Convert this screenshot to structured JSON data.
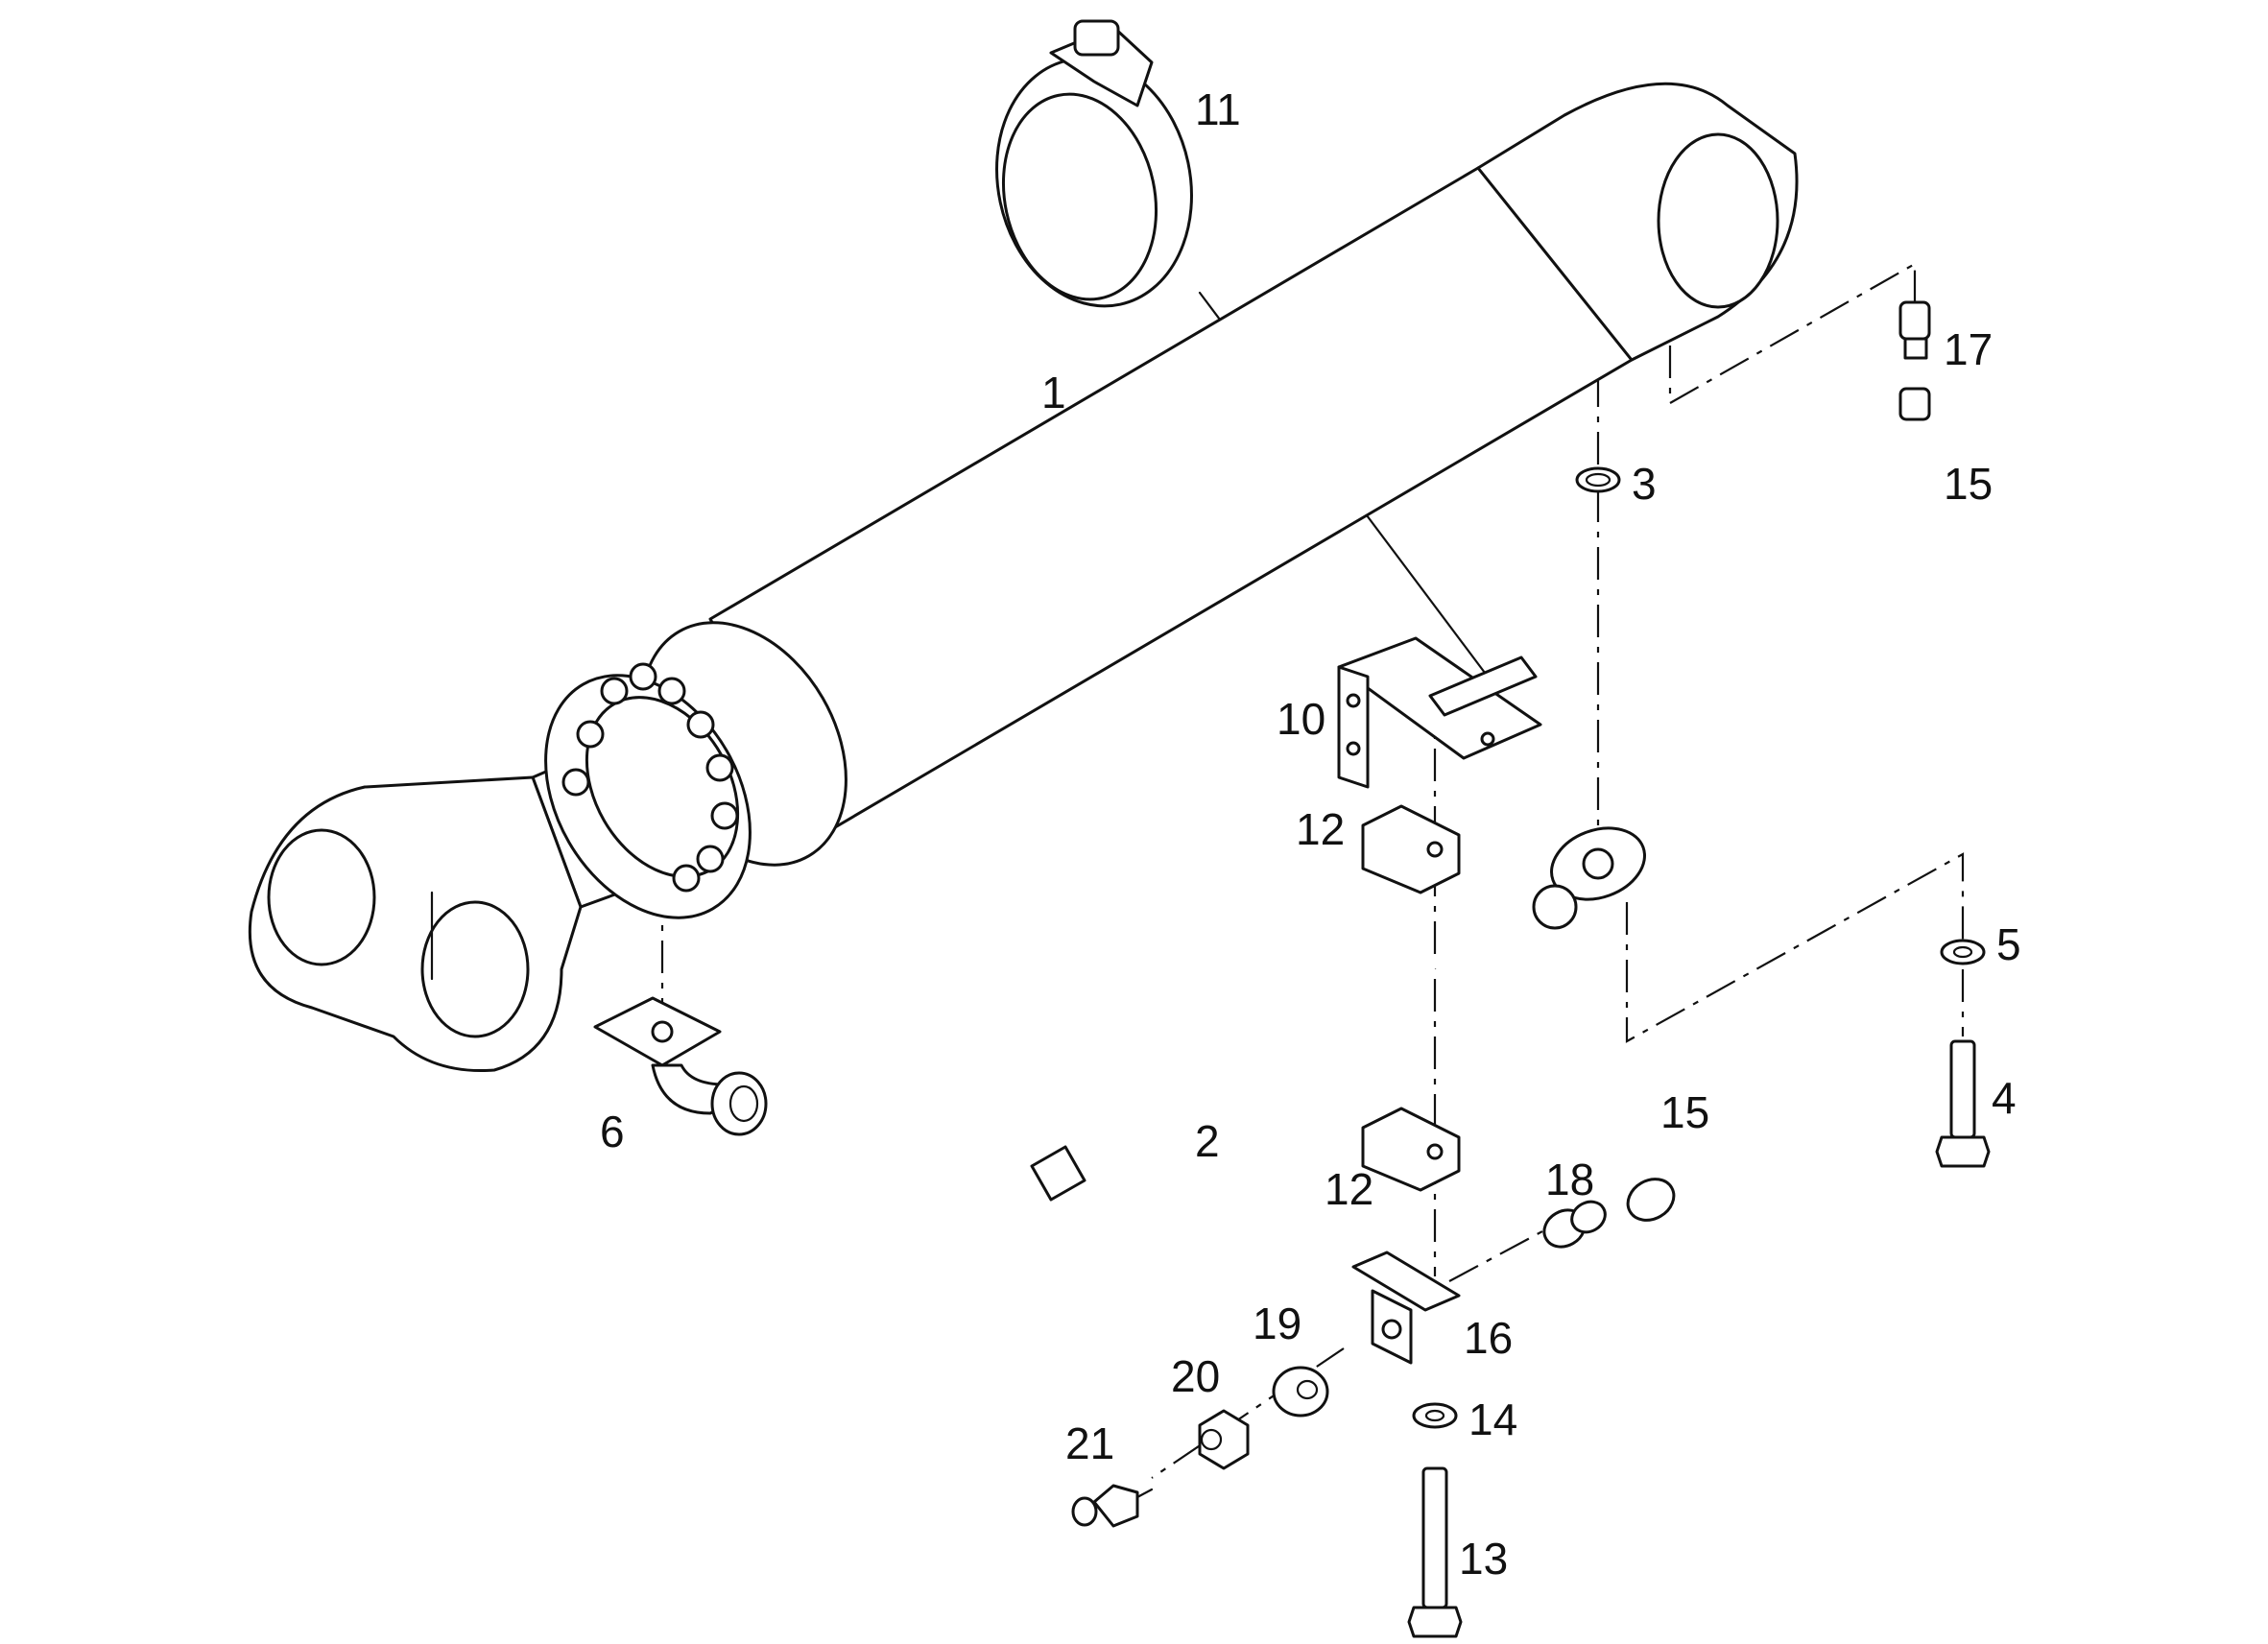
{
  "diagram": {
    "labels": {
      "p1": "1",
      "p2": "2",
      "p3": "3",
      "p4": "4",
      "p5": "5",
      "p6": "6",
      "p10": "10",
      "p11": "11",
      "p12a": "12",
      "p12b": "12",
      "p13": "13",
      "p14": "14",
      "p15a": "15",
      "p15b": "15",
      "p16": "16",
      "p17": "17",
      "p18": "18",
      "p19": "19",
      "p20": "20",
      "p21": "21"
    }
  }
}
